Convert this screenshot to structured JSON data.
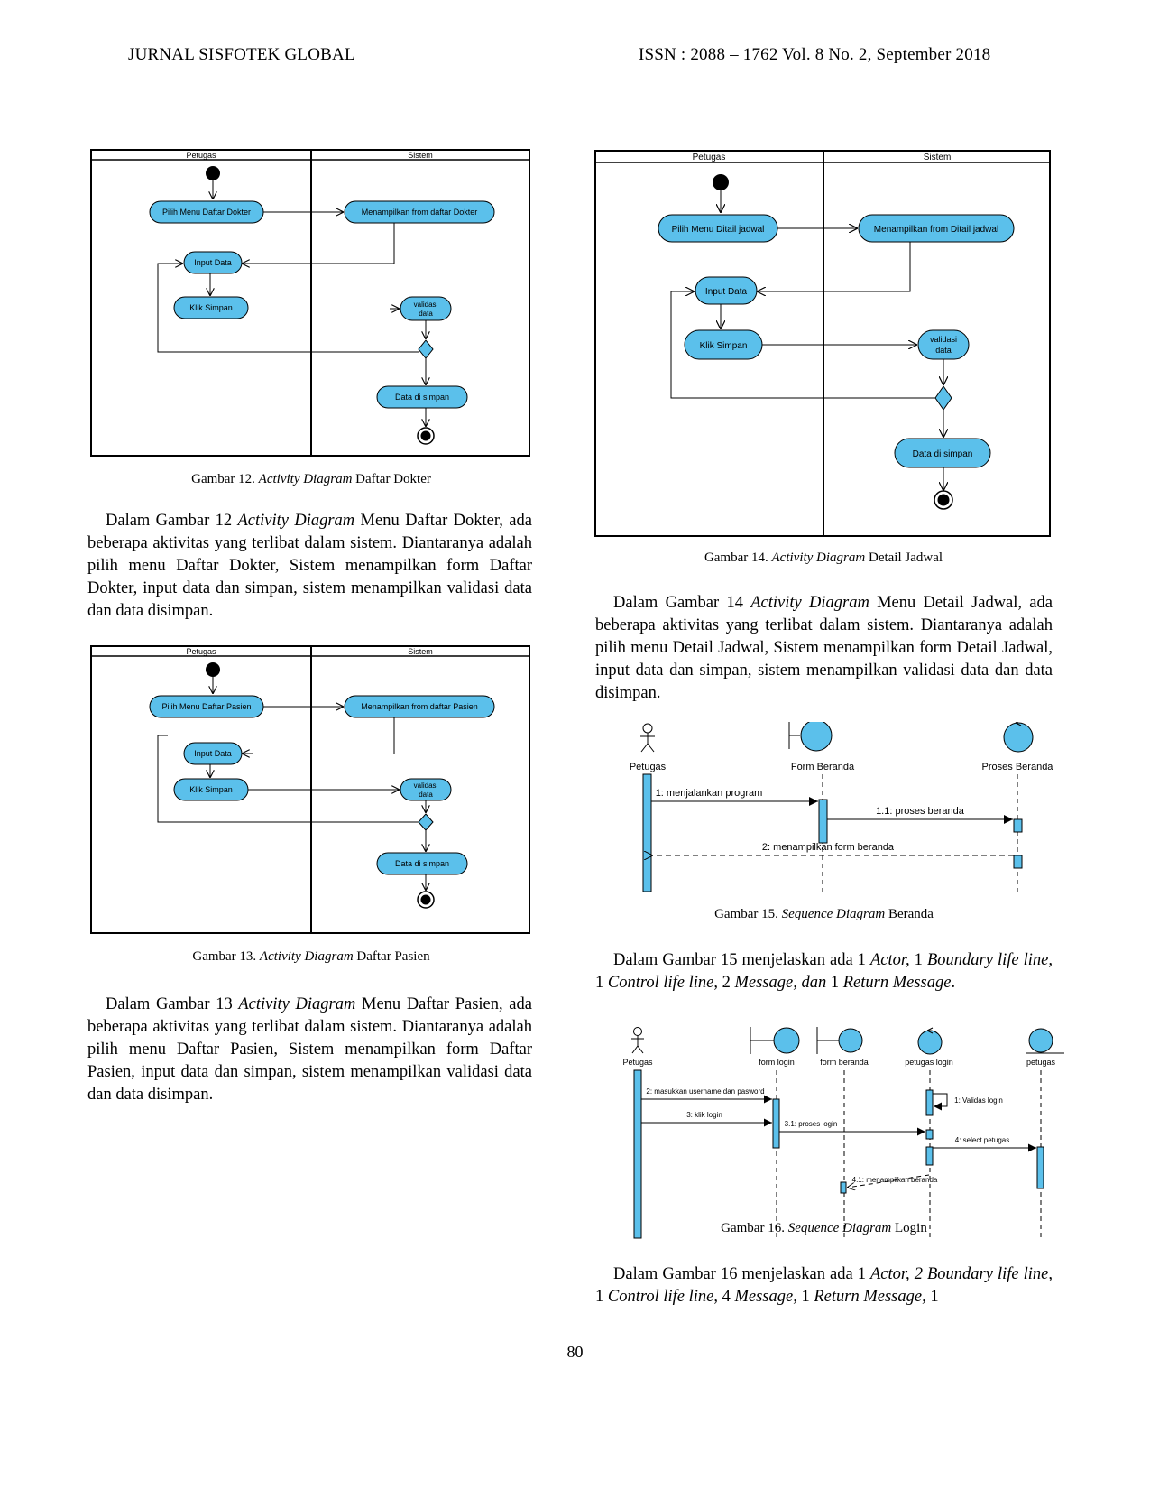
{
  "header": {
    "journal": "JURNAL SISFOTEK GLOBAL",
    "issn": "ISSN : 2088 – 1762 Vol. 8 No. 2, September 2018"
  },
  "lanes": {
    "left": "Petugas",
    "right": "Sistem"
  },
  "fig12": {
    "activities": {
      "pilih_menu": "Pilih Menu Daftar Dokter",
      "tampil_form": "Menampilkan from daftar Dokter",
      "input": "Input Data",
      "simpan": "Klik Simpan",
      "validasi1": "validasi",
      "validasi2": "data",
      "disimpan": "Data di simpan"
    },
    "caption": {
      "prefix": "Gambar 12. ",
      "ital": "Activity Diagram",
      "suffix": " Daftar Dokter"
    }
  },
  "fig13": {
    "activities": {
      "pilih_menu": "Pilih Menu Daftar Pasien",
      "tampil_form": "Menampilkan from daftar Pasien",
      "input": "Input Data",
      "simpan": "Klik Simpan",
      "validasi1": "validasi",
      "validasi2": "data",
      "disimpan": "Data di simpan"
    },
    "caption": {
      "prefix": "Gambar 13. ",
      "ital": "Activity Diagram",
      "suffix": " Daftar Pasien"
    }
  },
  "fig14": {
    "activities": {
      "pilih_menu": "Pilih Menu Ditail jadwal",
      "tampil_form": "Menampilkan from Ditail jadwal",
      "input": "Input Data",
      "simpan": "Klik Simpan",
      "validasi1": "validasi",
      "validasi2": "data",
      "disimpan": "Data di simpan"
    },
    "caption": {
      "prefix": "Gambar 14. ",
      "ital": "Activity Diagram",
      "suffix": " Detail Jadwal"
    }
  },
  "fig15": {
    "lifelines": {
      "actor": "Petugas",
      "boundary": "Form Beranda",
      "control": "Proses Beranda"
    },
    "messages": {
      "m1": "1: menjalankan program",
      "m2": "1.1: proses beranda",
      "m3": "2: menampilkan form beranda"
    },
    "caption": {
      "prefix": "Gambar 15.  ",
      "ital": "Sequence Diagram",
      "suffix": " Beranda"
    }
  },
  "fig16": {
    "lifelines": {
      "actor": "Petugas",
      "b1": "form login",
      "b2": "form beranda",
      "control": "petugas login",
      "entity": "petugas"
    },
    "messages": {
      "m1": "2: masukkan username dan pasword",
      "m2": "3: klik login",
      "m3": "3.1: proses login",
      "m4": "1: Validas login",
      "m5": "4: select petugas",
      "m6": "4.1: menampilkan beranda"
    },
    "caption": {
      "prefix": "Gambar 16.  ",
      "ital": "Sequence Diagram",
      "suffix": " Login"
    }
  },
  "para12": {
    "a": "Dalam Gambar 12 ",
    "b": "Activity Diagram",
    "c": " Menu Daftar Dokter, ada beberapa aktivitas yang terlibat dalam sistem. Diantaranya adalah pilih menu Daftar Dokter, Sistem menampilkan form Daftar Dokter, input data dan simpan, sistem menampilkan validasi data dan data disimpan."
  },
  "para13": {
    "a": "Dalam Gambar 13 ",
    "b": "Activity Diagram",
    "c": " Menu Daftar Pasien, ada beberapa aktivitas yang terlibat dalam sistem. Diantaranya adalah pilih menu Daftar Pasien, Sistem menampilkan form Daftar Pasien, input data dan simpan, sistem menampilkan validasi data dan data disimpan."
  },
  "para14": {
    "a": "Dalam Gambar 14 ",
    "b": "Activity Diagram",
    "c": " Menu Detail Jadwal, ada beberapa aktivitas yang terlibat dalam sistem. Diantaranya adalah pilih menu Detail Jadwal, Sistem menampilkan form Detail Jadwal, input data dan simpan, sistem menampilkan validasi data dan data disimpan."
  },
  "para15": {
    "a": "Dalam Gambar 15  menjelaskan ada 1 ",
    "b": "Actor,",
    "c": " 1 ",
    "d": "Boundary life line,",
    "e": " 1 ",
    "f": "Control life line",
    "g": ", 2 ",
    "h": "Message, dan",
    "i": " 1 ",
    "j": "Return Message",
    "k": "."
  },
  "para16": {
    "a": "Dalam Gambar 16  menjelaskan ada 1 ",
    "b": "Actor, 2 Boundary life line,",
    "c": " 1 ",
    "d": "Control life line",
    "e": ", 4 ",
    "f": "Message,",
    "g": "  1 ",
    "h": "Return Message,",
    "i": " 1"
  },
  "page_number": "80",
  "colors": {
    "activity_fill": "#5bc0eb",
    "lifeline_fill": "#5bc0eb",
    "stroke": "#000000"
  }
}
